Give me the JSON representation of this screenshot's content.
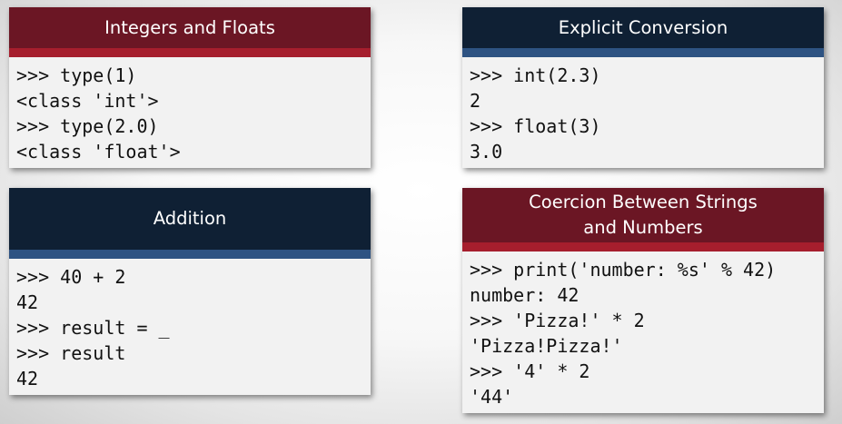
{
  "cards": [
    {
      "title": [
        "Integers and Floats"
      ],
      "lines": [
        ">>> type(1)",
        "<class 'int'>",
        ">>> type(2.0)",
        "<class 'float'>"
      ]
    },
    {
      "title": [
        "Explicit Conversion"
      ],
      "lines": [
        ">>> int(2.3)",
        "2",
        ">>> float(3)",
        "3.0"
      ]
    },
    {
      "title": [
        "Addition"
      ],
      "lines": [
        ">>> 40 + 2",
        "42",
        ">>> result = _",
        ">>> result",
        "42"
      ]
    },
    {
      "title": [
        "Coercion Between Strings",
        "and Numbers"
      ],
      "lines": [
        ">>> print('number: %s' % 42)",
        "number: 42",
        ">>> 'Pizza!' * 2",
        "'Pizza!Pizza!'",
        ">>> '4' * 2",
        "'44'"
      ]
    }
  ],
  "colors": {
    "header_red": "#6b1624",
    "stripe_red": "#a61e2d",
    "header_navy": "#0f2034",
    "stripe_navy": "#2e5382"
  }
}
